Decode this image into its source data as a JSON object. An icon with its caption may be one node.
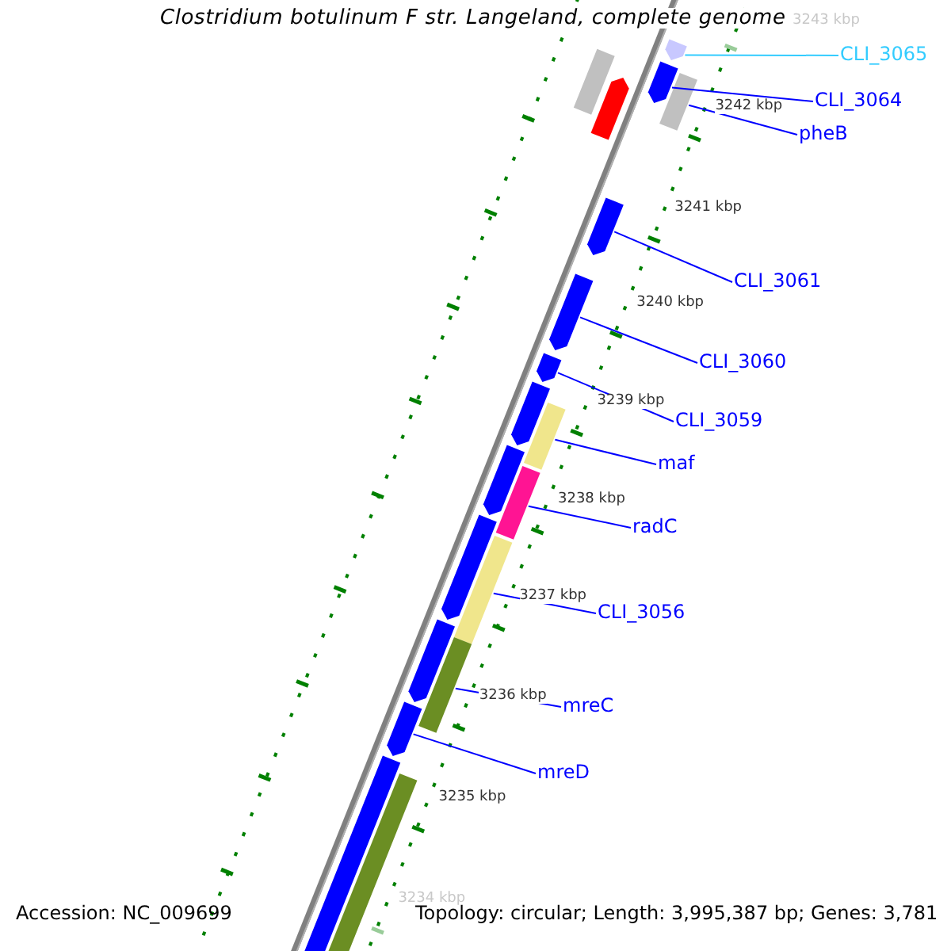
{
  "diagram": {
    "title": "Clostridium botulinum F str. Langeland, complete genome",
    "nodes": [
      {
        "text": [
          "CLI_3065"
        ]
      },
      {
        "text": [
          "CLI_3064"
        ]
      },
      {
        "text": [
          "pheB"
        ]
      },
      {
        "text": [
          "CLI_3061"
        ]
      },
      {
        "text": [
          "CLI_3060"
        ]
      },
      {
        "text": [
          "CLI_3059"
        ]
      },
      {
        "text": [
          "maf"
        ]
      },
      {
        "text": [
          "radC"
        ]
      },
      {
        "text": [
          "CLI_3056"
        ]
      },
      {
        "text": [
          "mreC"
        ]
      },
      {
        "text": [
          "mreD"
        ]
      },
      {
        "text": [],
        "shape": "bar"
      },
      {
        "text": [],
        "shape": "bar"
      },
      {
        "text": [],
        "shape": "bar"
      },
      {
        "text": [],
        "shape": "bar"
      },
      {
        "text": [],
        "shape": "bar"
      },
      {
        "text": [],
        "shape": "bar"
      },
      {
        "text": [],
        "shape": "bar"
      },
      {
        "text": [],
        "shape": "bar"
      },
      {
        "text": [],
        "shape": "bar"
      },
      {
        "text": [],
        "shape": "bar"
      },
      {
        "text": [],
        "shape": "bar"
      },
      {
        "text": [],
        "shape": "bar"
      },
      {
        "text": [],
        "shape": "bar"
      },
      {
        "text": [],
        "shape": "bar"
      },
      {
        "text": [],
        "shape": "bar"
      },
      {
        "text": [],
        "shape": "bar"
      },
      {
        "text": [],
        "shape": "bar"
      },
      {
        "text": [],
        "shape": "bar"
      },
      {
        "text": [],
        "shape": "bar"
      }
    ],
    "edges": [
      {
        "from": 0,
        "to": 11,
        "arrow": "none",
        "color": "#33ccff"
      },
      {
        "from": 1,
        "to": 12,
        "arrow": "none"
      },
      {
        "from": 2,
        "to": 13,
        "arrow": "none"
      },
      {
        "from": 3,
        "to": 14,
        "arrow": "none"
      },
      {
        "from": 4,
        "to": 15,
        "arrow": "none"
      },
      {
        "from": 5,
        "to": 16,
        "arrow": "none"
      },
      {
        "from": 6,
        "to": 17,
        "arrow": "none"
      },
      {
        "from": 7,
        "to": 18,
        "arrow": "none"
      },
      {
        "from": 8,
        "to": 19,
        "arrow": "none"
      },
      {
        "from": 9,
        "to": 20,
        "arrow": "none"
      },
      {
        "from": 10,
        "to": 21,
        "arrow": "none"
      }
    ],
    "labels": [
      "3243 kbp",
      "3242 kbp",
      "3241 kbp",
      "3240 kbp",
      "3239 kbp",
      "3238 kbp",
      "3237 kbp",
      "3236 kbp",
      "3235 kbp",
      "3234 kbp",
      "Accession: NC_009699",
      "Topology: circular; Length: 3,995,387 bp; Genes: 3,781"
    ]
  }
}
